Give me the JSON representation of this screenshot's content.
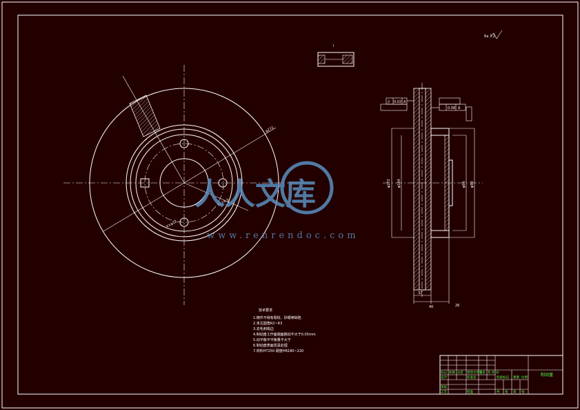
{
  "colors": {
    "background": "#230000",
    "lines": "#ffffff",
    "title_block_text": "#4cff4c",
    "watermark": "#5a8fbf"
  },
  "top_right_note": "Ra 3.2",
  "detail_label": "I",
  "section_labels": {
    "tol_1_sym": "//",
    "tol_1_val": "0.02",
    "tol_1_ref": "A",
    "tol_2_val": "0.08",
    "tol_2_ref": "A"
  },
  "dimensions": {
    "front_outer": "φ272",
    "front_pcd": "φ114.3",
    "front_holes": "4×φ12",
    "side_left_1": "φ272",
    "side_left_2": "φ164",
    "side_right_1": "φ66",
    "side_right_2": "φ90",
    "bottom_1": "32",
    "bottom_2": "40",
    "bottom_3": "26"
  },
  "tech_requirements": {
    "heading": "技术要求",
    "items": [
      "1.铸件不得有裂纹、砂眼等缺陷",
      "2.未注圆角R2~R3",
      "3.去毛刺锐边",
      "4.制动盘工作面端面跳动不大于0.05mm",
      "5.动平衡不平衡量不大于",
      "6.制动盘表面发黑处理",
      "7.材料HT250  硬度HB180~220"
    ]
  },
  "title_block": {
    "drawing_title": "制动盘",
    "cells": [
      "标记",
      "处数",
      "分区",
      "更改文件号",
      "签名",
      "年.月.日",
      "设计",
      "标准化",
      "阶段标记",
      "重量",
      "比例",
      "审核",
      "工艺",
      "批准",
      "共",
      "张",
      "第",
      "张"
    ]
  },
  "watermark": {
    "chinese": "人人文库",
    "url": "www.renrendoc.com"
  }
}
